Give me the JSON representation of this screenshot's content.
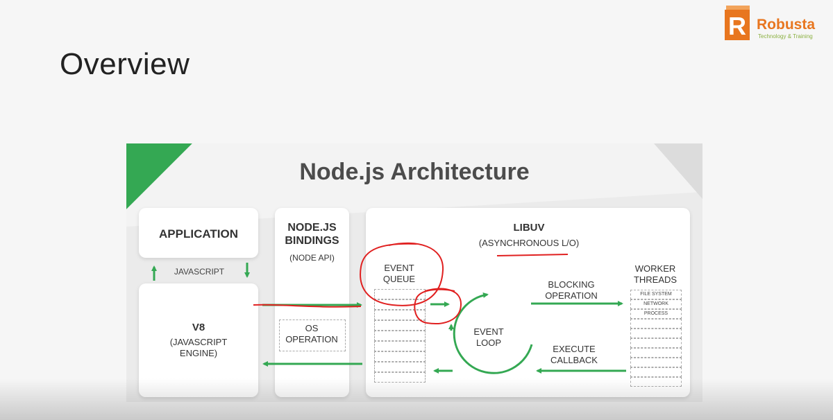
{
  "slide": {
    "title": "Overview"
  },
  "logo": {
    "name": "Robusta",
    "tagline": "Technology & Training",
    "mark_letter": "R"
  },
  "colors": {
    "accent_green": "#34a853",
    "annotation_red": "#e02020",
    "logo_orange": "#e8761f"
  },
  "diagram": {
    "title": "Node.js Architecture",
    "application": "APPLICATION",
    "javascript": "JAVASCRIPT",
    "v8": {
      "title": "V8",
      "subtitle": "(JAVASCRIPT ENGINE)"
    },
    "bindings": {
      "title": "NODE.JS BINDINGS",
      "subtitle": "(NODE API)"
    },
    "os_operation": "OS OPERATION",
    "libuv": {
      "title": "LIBUV",
      "subtitle": "(ASYNCHRONOUS L/O)"
    },
    "event_queue": "EVENT QUEUE",
    "event_loop": "EVENT LOOP",
    "blocking_operation": "BLOCKING OPERATION",
    "execute_callback": "EXECUTE CALLBACK",
    "worker_threads": {
      "title": "WORKER THREADS",
      "items": [
        "FILE SYSTEM",
        "NETWORK",
        "PROCESS"
      ]
    }
  }
}
